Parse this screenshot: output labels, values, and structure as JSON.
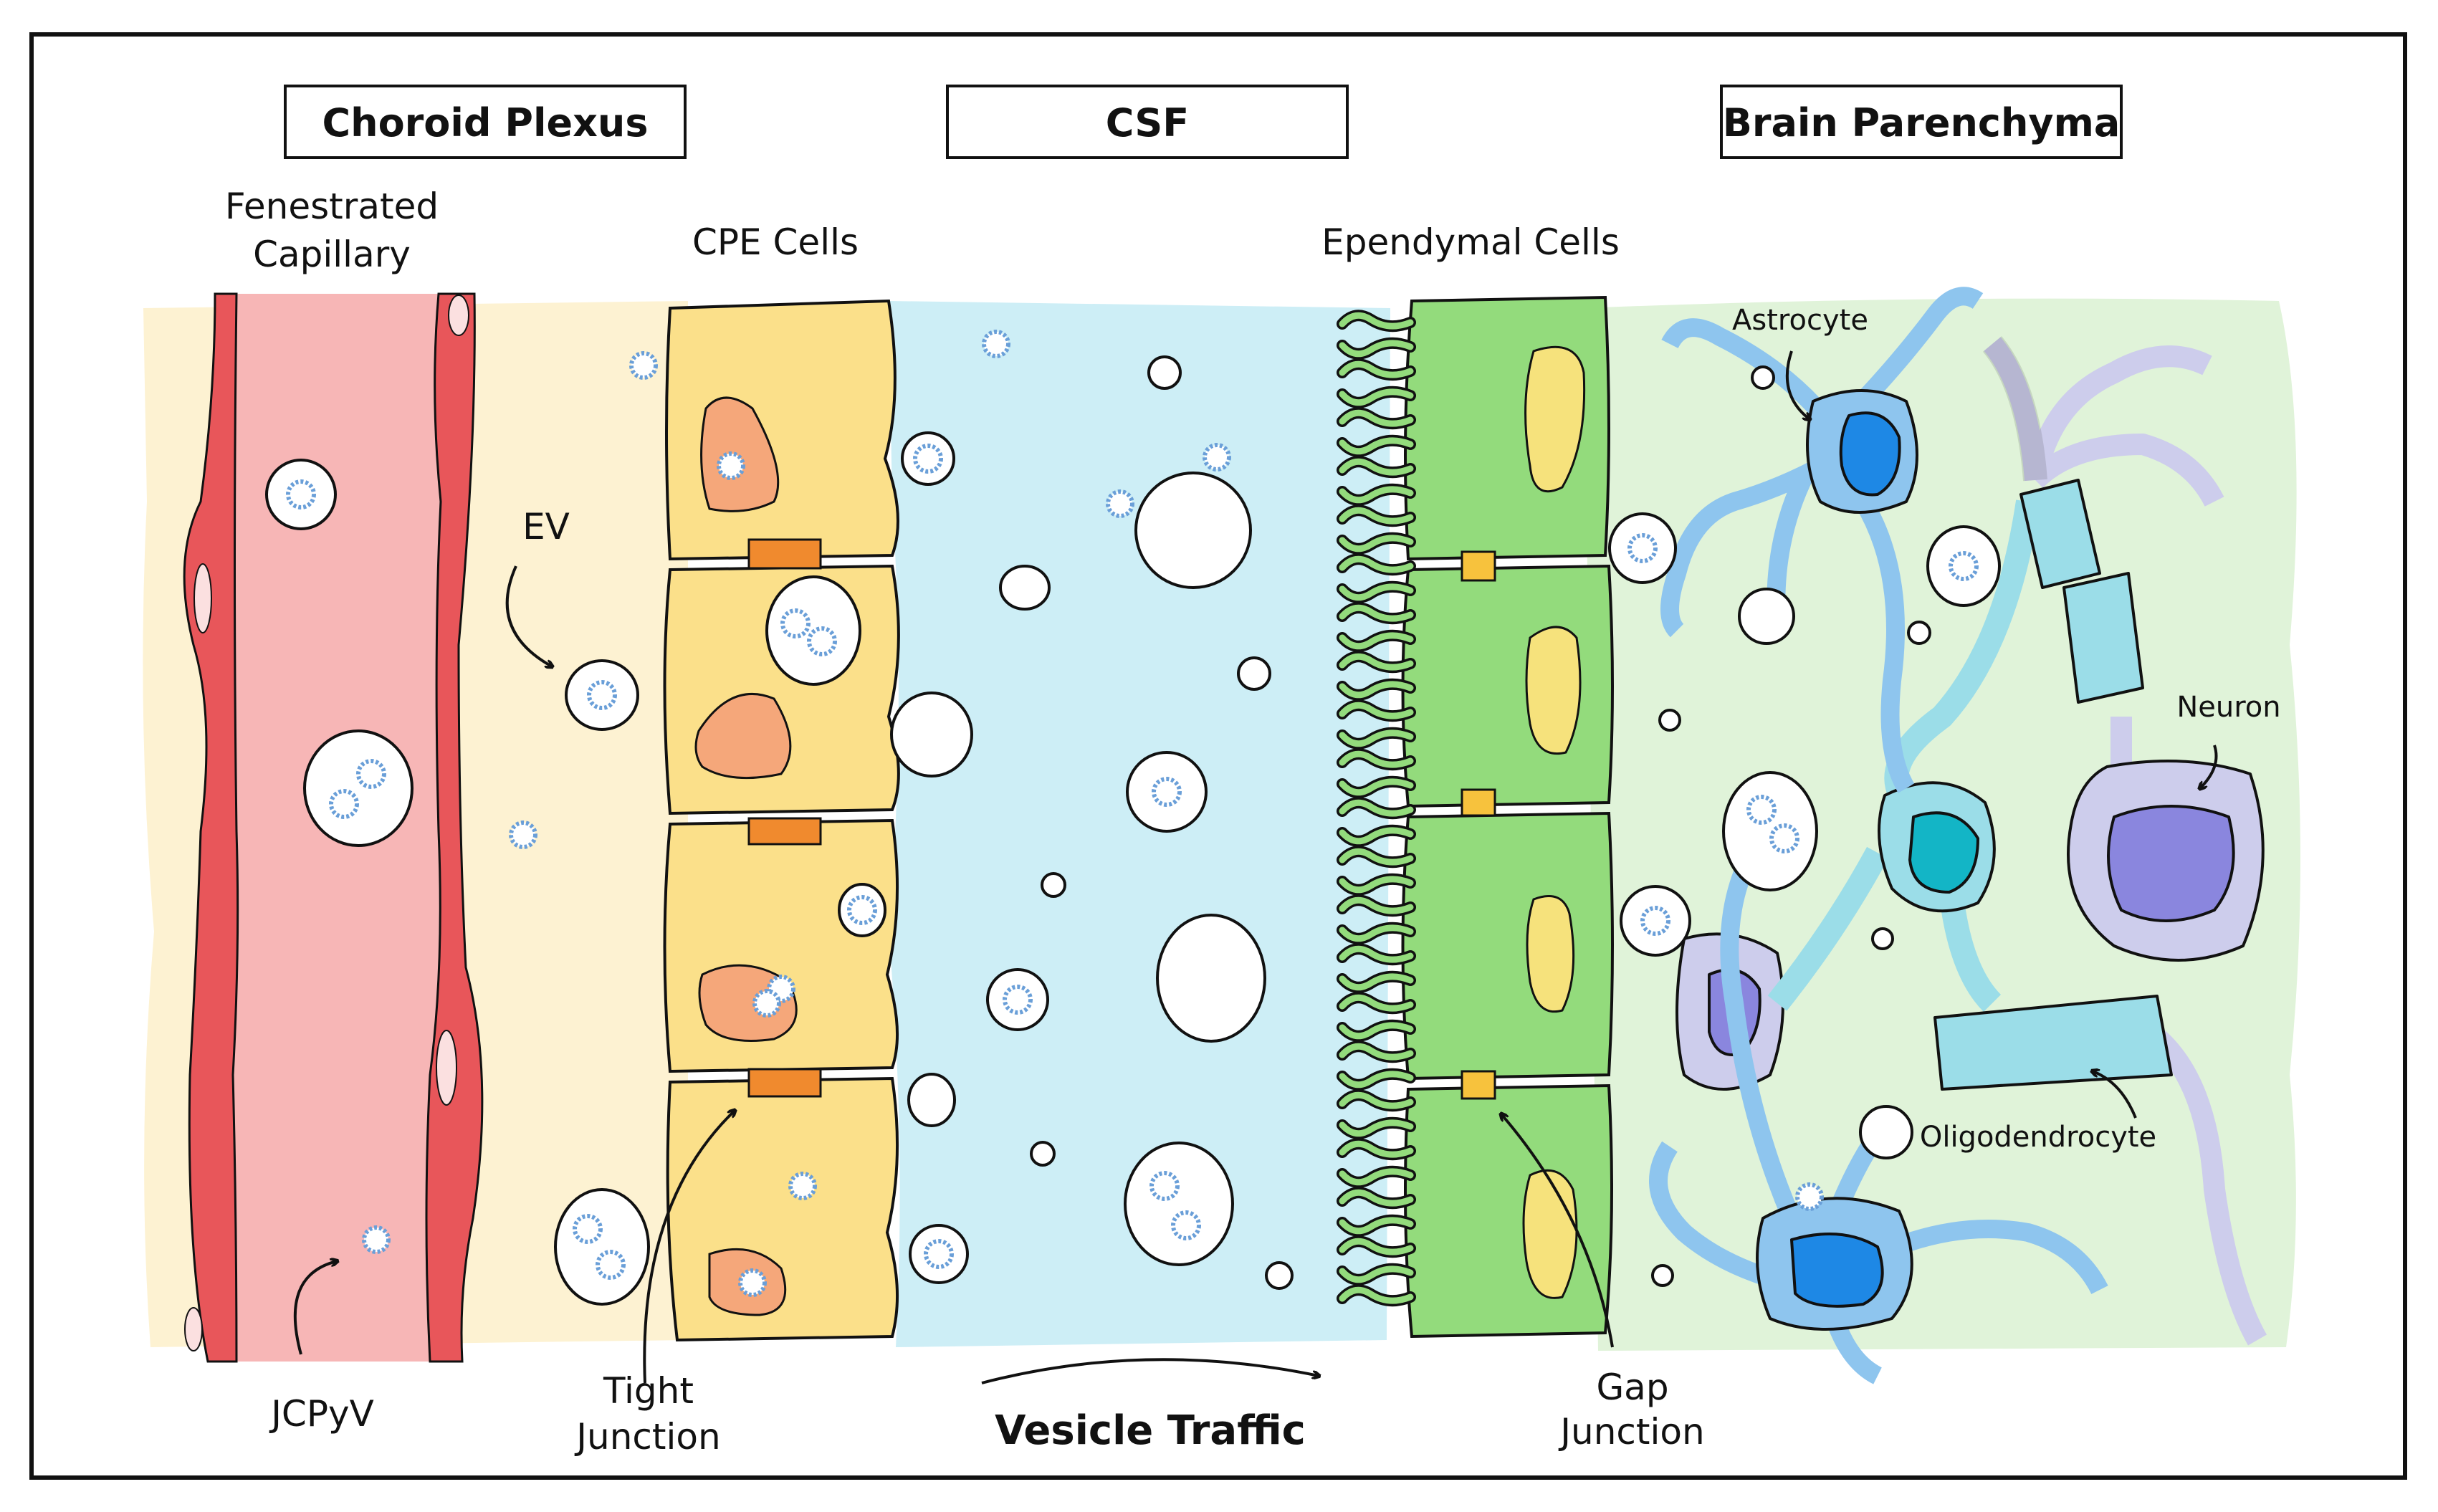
{
  "headers": {
    "choroid_plexus": "Choroid Plexus",
    "csf": "CSF",
    "brain_parenchyma": "Brain Parenchyma"
  },
  "labels": {
    "fenestrated_line1": "Fenestrated",
    "fenestrated_line2": "Capillary",
    "cpe_cells": "CPE Cells",
    "ependymal_cells": "Ependymal Cells",
    "ev": "EV",
    "jcpyv": "JCPyV",
    "tight_line1": "Tight",
    "tight_line2": "Junction",
    "vesicle_traffic": "Vesicle Traffic",
    "gap_line1": "Gap",
    "gap_line2": "Junction",
    "astrocyte": "Astrocyte",
    "neuron": "Neuron",
    "oligodendrocyte": "Oligodendrocyte"
  },
  "colors": {
    "capillary_fill": "#f7b6b6",
    "capillary_wall": "#e8565a",
    "choroid_bg": "#fdf2d2",
    "cpe_cell": "#fbe08a",
    "cpe_nucleus": "#f5a77a",
    "tight_junction": "#f08a2e",
    "csf_bg": "#cdeef6",
    "ependymal_cell": "#93db7c",
    "ependymal_nucleus": "#f6e27c",
    "gap_junction": "#f7c23d",
    "parenchyma_bg": "#e0f3d9",
    "astrocyte": "#8ec5ee",
    "astrocyte_nucleus": "#1e88e5",
    "neuron": "#cdcdec",
    "neuron_nucleus": "#8a86de",
    "oligodendrocyte": "#9bdde8",
    "oligo_nucleus": "#13b5c6",
    "virus": "#6a9fd8"
  }
}
